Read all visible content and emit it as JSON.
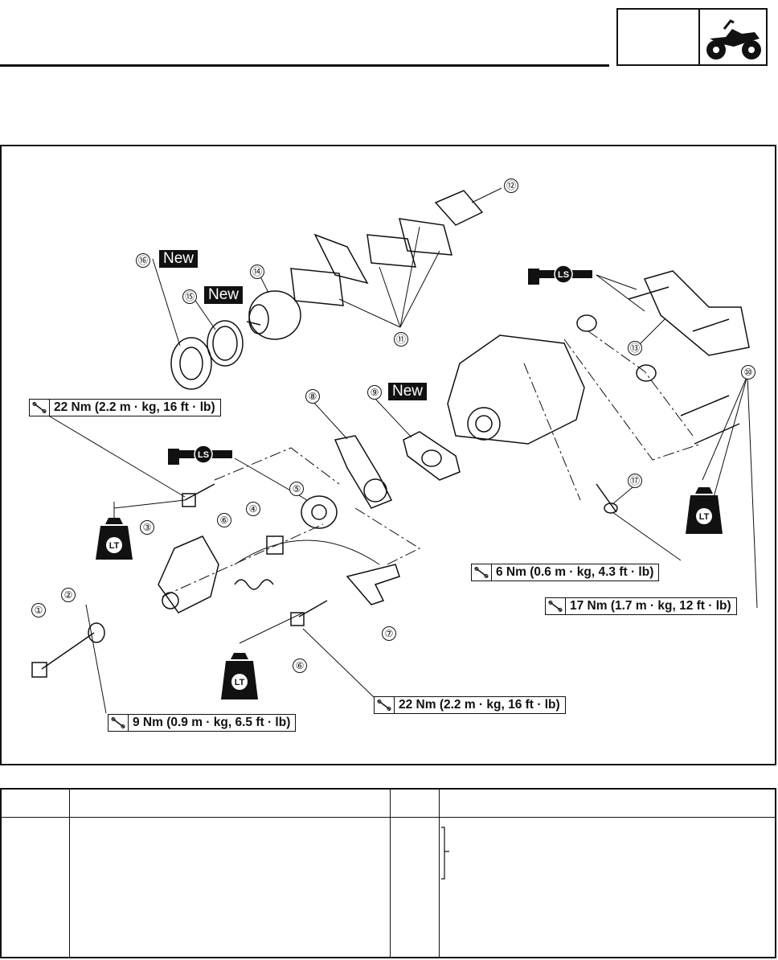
{
  "header": {
    "icon": "atv-icon"
  },
  "new_labels": [
    "New",
    "New",
    "New"
  ],
  "part_numbers": [
    "①",
    "②",
    "③",
    "④",
    "⑤",
    "⑥",
    "⑥",
    "⑦",
    "⑧",
    "⑨",
    "⑩",
    "⑪",
    "⑫",
    "⑬",
    "⑭",
    "⑮",
    "⑯",
    "⑰"
  ],
  "torque_specs": [
    "22 Nm (2.2 m · kg, 16 ft · lb)",
    "6 Nm (0.6 m · kg, 4.3 ft · lb)",
    "17 Nm (1.7 m · kg, 12 ft · lb)",
    "22 Nm (2.2 m · kg, 16 ft · lb)",
    "9 Nm (0.9 m · kg, 6.5 ft · lb)"
  ],
  "symbols": {
    "lithium_grease": "LS",
    "locktite": "LT"
  },
  "table": {
    "columns": [
      "",
      "",
      "",
      ""
    ]
  }
}
